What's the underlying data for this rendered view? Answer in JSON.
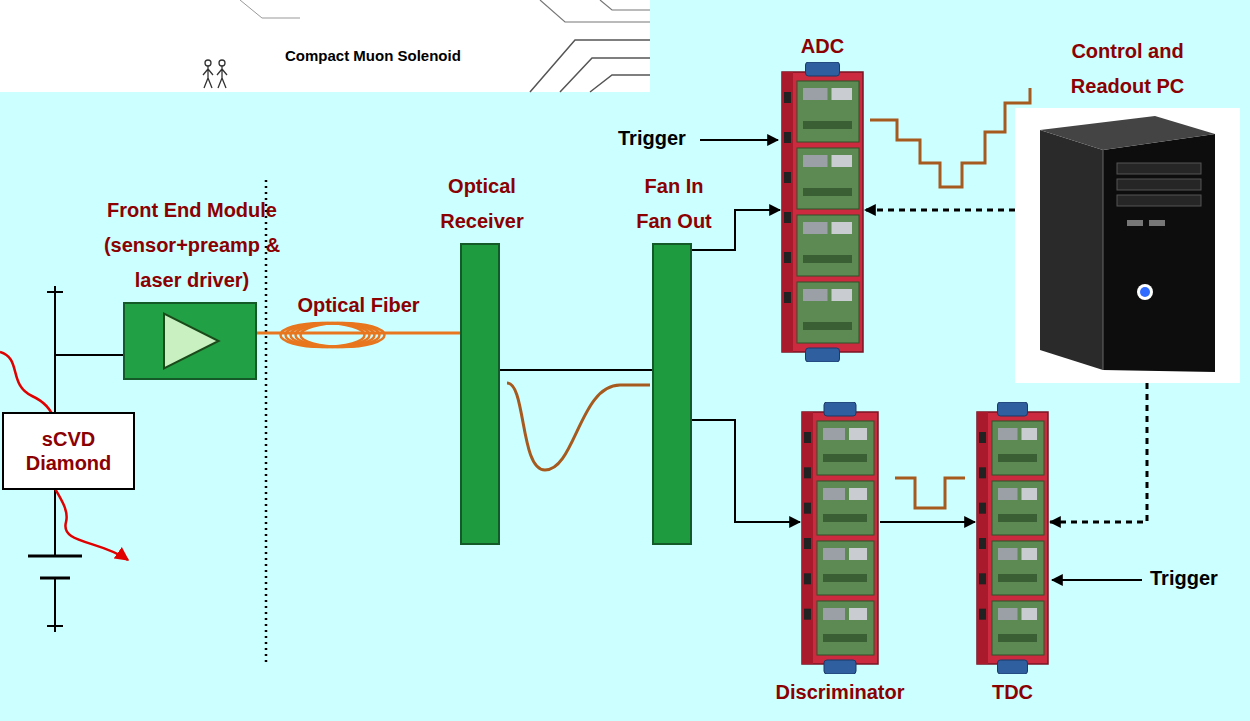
{
  "diagram": {
    "nodes": [
      {
        "text": [
          "Front End Module (sensor+preamp & laser driver)"
        ]
      },
      {
        "text": [
          "sCVD Diamond"
        ]
      },
      {
        "text": [
          "Optical Receiver"
        ]
      },
      {
        "text": [
          "Fan In Fan Out"
        ]
      },
      {
        "text": [
          "ADC"
        ]
      },
      {
        "text": [
          "Control and Readout PC"
        ]
      },
      {
        "text": [
          "Discriminator"
        ]
      },
      {
        "text": [
          "TDC"
        ]
      }
    ],
    "edges": [
      {
        "from": 1,
        "to": 0,
        "arrow": "none"
      },
      {
        "from": 0,
        "to": 2,
        "label": "Optical Fiber",
        "arrow": "none"
      },
      {
        "from": 2,
        "to": 3,
        "arrow": "none"
      },
      {
        "from": 3,
        "to": 4,
        "arrow": "to"
      },
      {
        "from": 3,
        "to": 6,
        "arrow": "to"
      },
      {
        "from": 6,
        "to": 7,
        "arrow": "to"
      },
      {
        "from": 5,
        "to": 4,
        "arrow": "to"
      },
      {
        "from": 5,
        "to": 7,
        "arrow": "to"
      }
    ],
    "labels": [
      "Compact Muon Solenoid",
      "Trigger",
      "Trigger"
    ]
  }
}
